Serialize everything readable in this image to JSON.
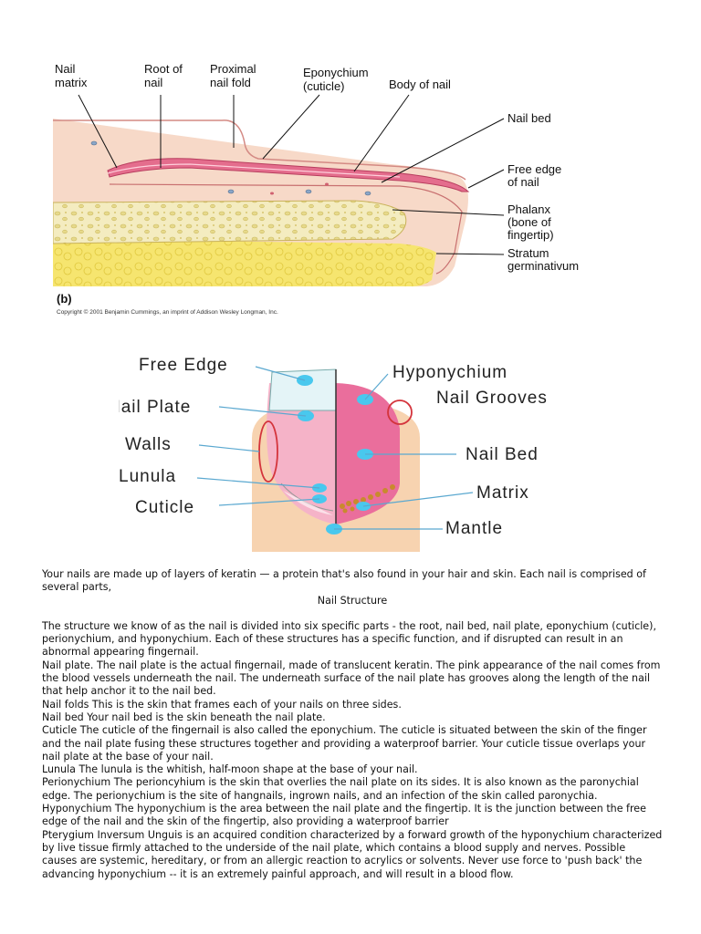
{
  "figure1": {
    "labels": {
      "nail_matrix_1": "Nail",
      "nail_matrix_2": "matrix",
      "root_1": "Root of",
      "root_2": "nail",
      "proximal_1": "Proximal",
      "proximal_2": "nail fold",
      "eponychium_1": "Eponychium",
      "eponychium_2": "(cuticle)",
      "body": "Body of nail",
      "nail_bed": "Nail bed",
      "free_edge_1": "Free edge",
      "free_edge_2": "of nail",
      "phalanx_1": "Phalanx",
      "phalanx_2": "(bone of",
      "phalanx_3": "fingertip)",
      "stratum_1": "Stratum",
      "stratum_2": "germinativum"
    },
    "panel_letter": "(b)",
    "copyright": "Copyright © 2001 Benjamin Cummings, an imprint of Addison Wesley Longman, Inc."
  },
  "figure2": {
    "labels": {
      "free_edge": "Free Edge",
      "nail_plate": "Nail Plate",
      "nail_walls": "Nail Walls",
      "lunula": "Lunula",
      "cuticle": "Cuticle",
      "hyponychium": "Hyponychium",
      "nail_grooves": "Nail Grooves",
      "nail_bed": "Nail Bed",
      "matrix": "Matrix",
      "mantle": "Mantle"
    }
  },
  "article": {
    "intro": "Your nails are made up of layers of keratin — a protein that's also found in your hair and skin. Each nail is comprised of several parts,",
    "heading": "Nail Structure",
    "paragraphs": [
      "The structure we know of as the nail is divided into six specific parts - the root, nail bed, nail plate, eponychium (cuticle), perionychium, and hyponychium. Each of these structures has a specific function, and if disrupted can result in an abnormal appearing fingernail.",
      "Nail plate. The nail plate is the actual fingernail, made of translucent keratin. The pink appearance of the nail comes from the blood vessels underneath the nail. The underneath surface of the nail plate has grooves along the length of the nail that help anchor it to the nail bed.",
      "Nail folds This is the skin that frames each of your nails on three sides.",
      "Nail bed Your nail bed is the skin beneath the nail plate.",
      "Cuticle The cuticle of the fingernail is also called the eponychium. The cuticle is situated between the skin of the finger and the nail plate fusing these structures together and providing a waterproof barrier. Your cuticle tissue overlaps your nail plate at the base of your nail.",
      "Lunula The lunula is the whitish, half-moon shape at the base of your nail.",
      "Perionychium The perioncyhium is the skin that overlies the nail plate on its sides. It is also known as the paronychial edge. The perionychium is the site of hangnails, ingrown nails, and an infection of the skin called paronychia.",
      "Hyponychium The hyponychium is the area between the nail plate and the fingertip. It is the junction between the free edge of the nail and the skin of the fingertip, also providing a waterproof barrier",
      "Pterygium Inversum Unguis is an acquired condition characterized by a forward growth of the hyponychium characterized by live tissue firmly attached to the underside of the nail plate, which contains a blood supply and nerves. Possible causes are systemic, hereditary, or from an allergic reaction to acrylics or solvents.  Never use force to 'push back' the advancing hyponychium -- it is an extremely painful approach, and will result in a blood flow."
    ]
  }
}
